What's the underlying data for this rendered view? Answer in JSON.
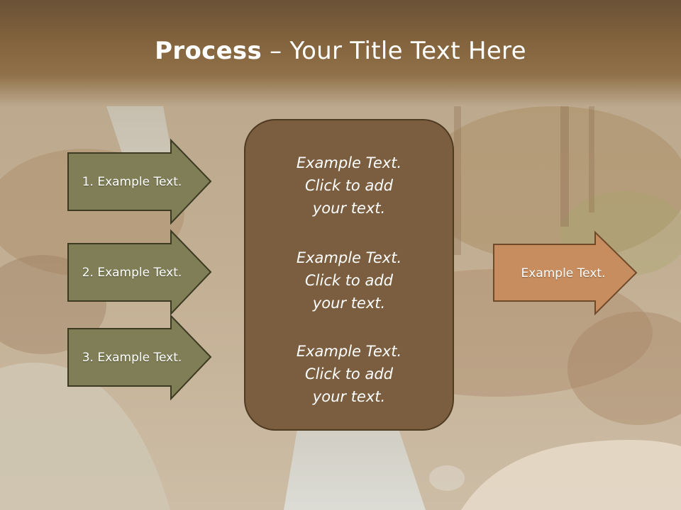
{
  "title": {
    "bold": "Process",
    "rest": " – Your Title Text Here"
  },
  "left_arrows": [
    {
      "label": "1. Example Text."
    },
    {
      "label": "2. Example Text."
    },
    {
      "label": "3. Example Text."
    }
  ],
  "center_blocks": [
    {
      "line1": "Example Text.",
      "line2": "Click  to add",
      "line3": "your text."
    },
    {
      "line1": "Example Text.",
      "line2": "Click  to add",
      "line3": "your text."
    },
    {
      "line1": "Example Text.",
      "line2": "Click  to add",
      "line3": "your text."
    }
  ],
  "right_arrow": {
    "label": "Example Text."
  },
  "colors": {
    "left_arrow_fill": "#7f7e56",
    "left_arrow_stroke": "#3c3a22",
    "center_fill": "#7b5e3f",
    "right_arrow_fill": "#c88d5f",
    "right_arrow_stroke": "#6e4a2a"
  }
}
